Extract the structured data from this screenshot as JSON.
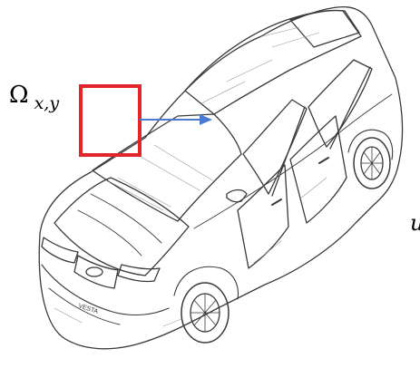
{
  "annotation": {
    "omega_symbol": "Ω",
    "omega_subscript": "x,y",
    "edge_glyph": "u"
  },
  "colors": {
    "window_box": "#e3242b",
    "arrow": "#4a7bd0",
    "sketch_line": "#3a3a3a"
  },
  "car": {
    "badge_text": "VESTA"
  },
  "icons": {
    "car": "car-sketch-icon",
    "arrow": "arrow-right-icon"
  }
}
